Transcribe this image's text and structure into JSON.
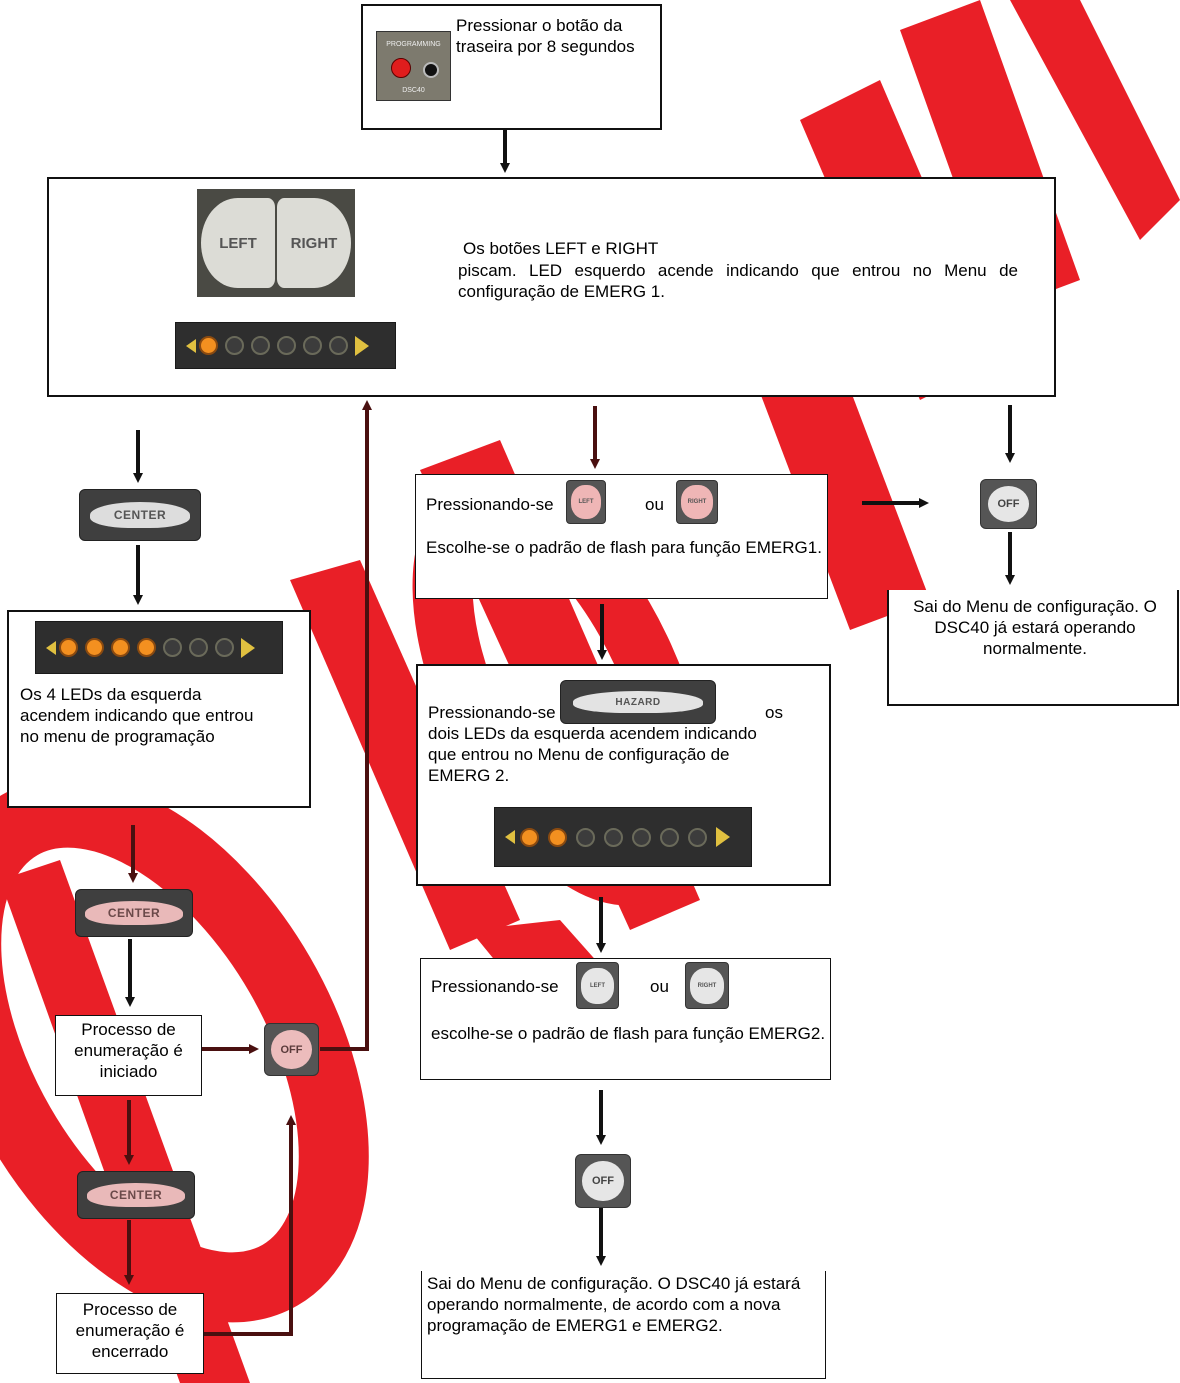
{
  "colors": {
    "arrow": "#111111",
    "arrow_dark_red": "#5a1a1a",
    "led_on": "#f39020",
    "watermark": "#e8141c"
  },
  "watermark": {
    "text": "OLIMAX",
    "description": "red diagonal watermark letters"
  },
  "step1": {
    "text": "Pressionar o botão da traseira por 8 segundos",
    "img_top_label": "PROGRAMMING",
    "img_bottom_label": "DSC40"
  },
  "step2": {
    "line1": "Os botões LEFT e RIGHT",
    "line2": "piscam. LED esquerdo acende indicando que entrou no Menu de configuração de EMERG 1.",
    "left_label": "LEFT",
    "right_label": "RIGHT"
  },
  "left_branch": {
    "center_label": "CENTER",
    "box_text": "Os 4 LEDs da esquerda acendem indicando que entrou no menu de programação",
    "center2_label": "CENTER",
    "start_text": "Processo de enumeração é iniciado",
    "center3_label": "CENTER",
    "end_text": "Processo de enumeração é encerrado",
    "off_label": "OFF"
  },
  "middle_branch": {
    "box1_prefix": "Pressionando-se",
    "box1_or": "ou",
    "box1_text": "Escolhe-se o padrão de flash para função EMERG1.",
    "box2_prefix": "Pressionando-se",
    "box2_suffix": "os",
    "box2_text": "dois LEDs da esquerda acendem indicando que entrou no Menu de configuração de EMERG 2.",
    "hazard_label": "HAZARD",
    "box3_prefix": "Pressionando-se",
    "box3_or": "ou",
    "box3_text": "escolhe-se o padrão de flash para função EMERG2.",
    "off_label": "OFF",
    "final_text": "Sai do Menu de configuração. O DSC40 já estará operando normalmente, de acordo com a nova programação de EMERG1 e EMERG2.",
    "small_left": "LEFT",
    "small_right": "RIGHT"
  },
  "right_branch": {
    "off_label": "OFF",
    "text": "Sai do Menu de configuração. O DSC40 já estará operando normalmente."
  }
}
